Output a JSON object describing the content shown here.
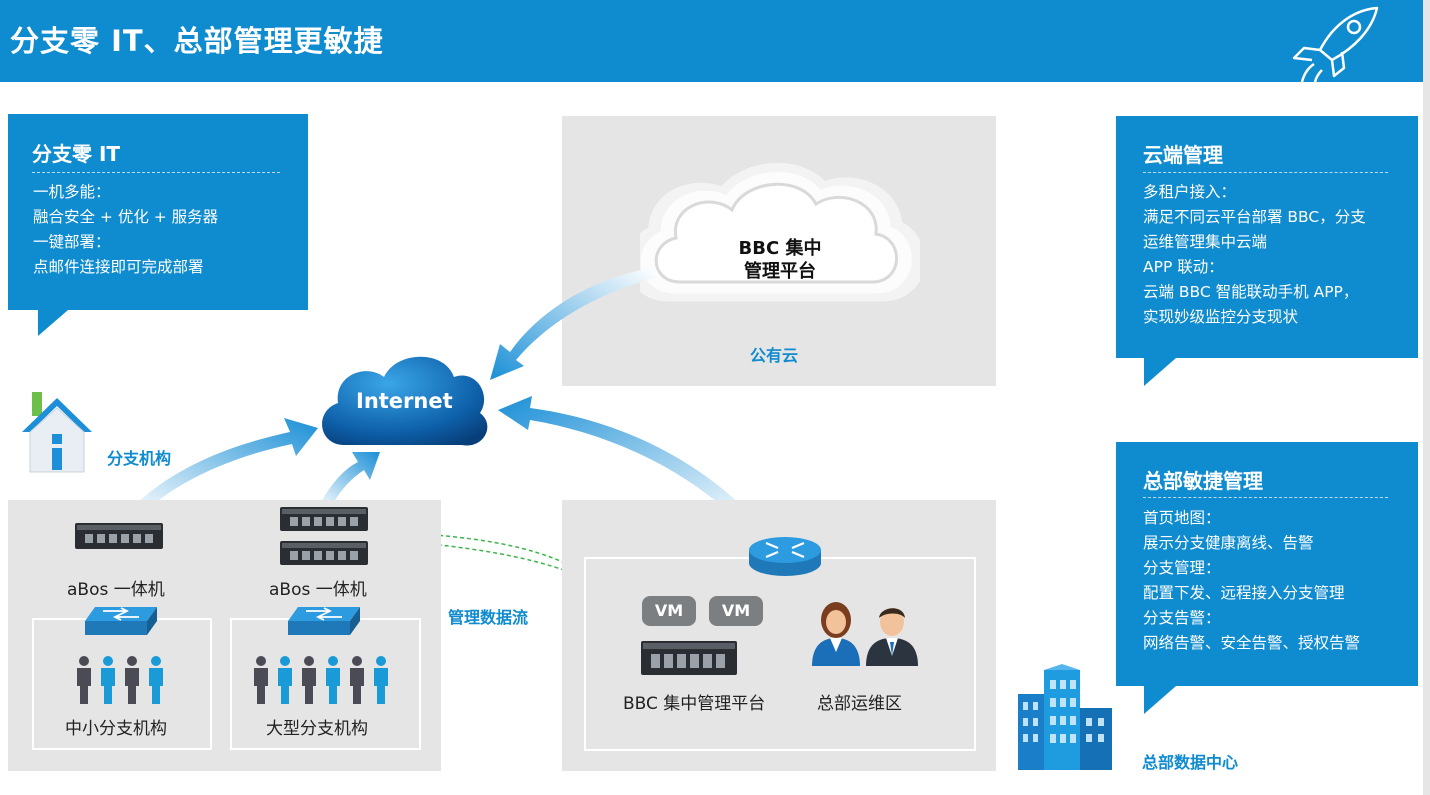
{
  "header": {
    "title": "分支零 IT、总部管理更敏捷"
  },
  "callouts": {
    "branch_zero_it": {
      "title": "分支零 IT",
      "lines": [
        "一机多能：",
        "融合安全 + 优化 + 服务器",
        "一键部署：",
        "点邮件连接即可完成部署"
      ]
    },
    "cloud_mgmt": {
      "title": "云端管理",
      "lines": [
        "多租户接入：",
        "满足不同云平台部署 BBC，分支",
        "运维管理集中云端",
        "APP 联动：",
        "云端 BBC 智能联动手机 APP，",
        "实现妙级监控分支现状"
      ]
    },
    "hq_agile": {
      "title": "总部敏捷管理",
      "lines": [
        "首页地图：",
        "展示分支健康离线、告警",
        "分支管理：",
        "配置下发、远程接入分支管理",
        "分支告警：",
        "网络告警、安全告警、授权告警"
      ]
    }
  },
  "diagram": {
    "internet": "Internet",
    "cloud_platform": {
      "line1": "BBC 集中",
      "line2": "管理平台"
    },
    "public_cloud": "公有云",
    "branch_org": "分支机构",
    "abos_1": "aBos 一体机",
    "abos_2": "aBos 一体机",
    "small_branch": "中小分支机构",
    "large_branch": "大型分支机构",
    "mgmt_flow": "管理数据流",
    "vm1": "VM",
    "vm2": "VM",
    "bbc_platform": "BBC 集中管理平台",
    "hq_ops": "总部运维区",
    "hq_datacenter": "总部数据中心"
  },
  "colors": {
    "brand_blue": "#0f8bd0",
    "panel_gray": "#e5e5e5",
    "flow_green": "#3bb54a",
    "person_dark": "#4b4b55",
    "person_blue": "#1a9ad6"
  }
}
